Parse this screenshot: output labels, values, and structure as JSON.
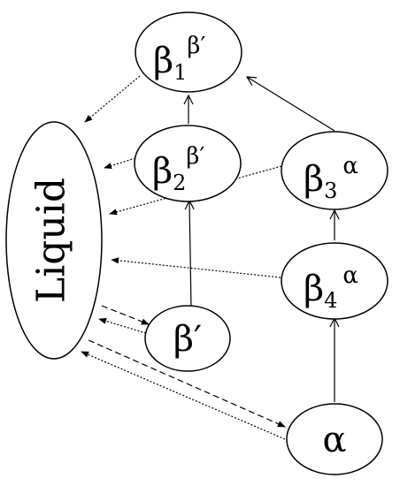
{
  "diagram": {
    "nodes": {
      "liquid": {
        "label": "Liquid"
      },
      "beta1": {
        "main": "β",
        "sub": "1",
        "sup": "β′"
      },
      "beta2": {
        "main": "β",
        "sub": "2",
        "sup": "β′"
      },
      "beta3": {
        "main": "β",
        "sub": "3",
        "sup": "α"
      },
      "beta4": {
        "main": "β",
        "sub": "4",
        "sup": "α"
      },
      "betaprime": {
        "main": "β′"
      },
      "alpha": {
        "main": "α"
      }
    },
    "edges": [
      {
        "from": "beta1",
        "to": "liquid",
        "style": "dotted"
      },
      {
        "from": "beta2",
        "to": "liquid",
        "style": "dotted"
      },
      {
        "from": "beta3",
        "to": "liquid",
        "style": "dotted"
      },
      {
        "from": "beta4",
        "to": "liquid",
        "style": "dotted"
      },
      {
        "from": "betaprime",
        "to": "liquid",
        "style": "dotted"
      },
      {
        "from": "liquid",
        "to": "betaprime",
        "style": "dashed"
      },
      {
        "from": "alpha",
        "to": "liquid",
        "style": "dotted"
      },
      {
        "from": "liquid",
        "to": "alpha",
        "style": "dashed"
      },
      {
        "from": "beta2",
        "to": "beta1",
        "style": "solid"
      },
      {
        "from": "betaprime",
        "to": "beta2",
        "style": "solid"
      },
      {
        "from": "beta3",
        "to": "beta1",
        "style": "solid"
      },
      {
        "from": "beta4",
        "to": "beta3",
        "style": "solid"
      },
      {
        "from": "alpha",
        "to": "beta4",
        "style": "solid"
      }
    ]
  }
}
